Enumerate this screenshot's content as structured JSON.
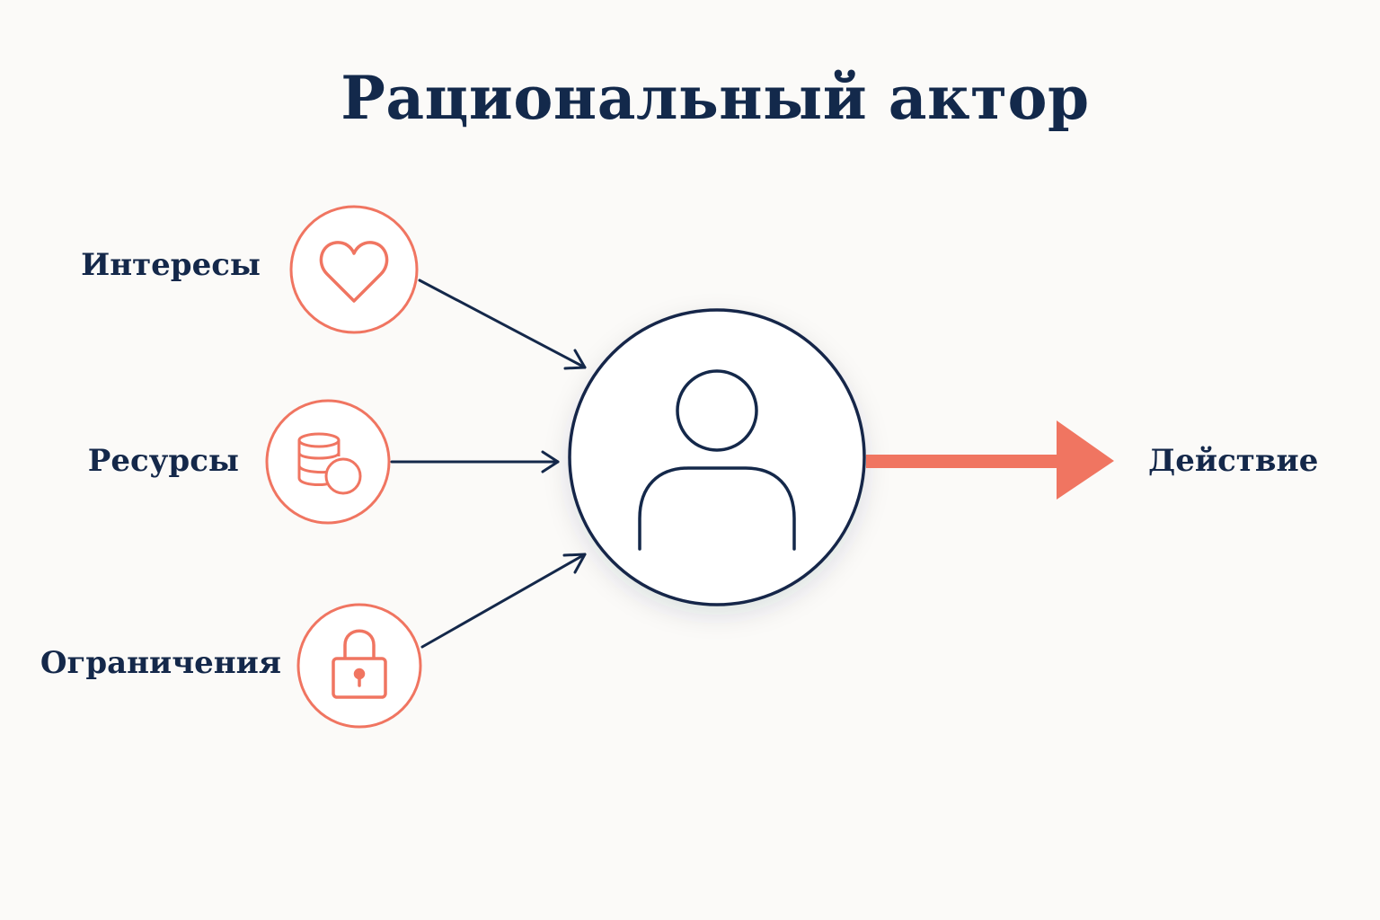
{
  "diagram": {
    "title": "Рациональный актор",
    "inputs": [
      {
        "label": "Интересы",
        "icon": "heart-icon"
      },
      {
        "label": "Ресурсы",
        "icon": "coins-icon"
      },
      {
        "label": "Ограничения",
        "icon": "padlock-icon"
      }
    ],
    "actor_icon": "person-icon",
    "output": {
      "label": "Действие",
      "icon": "arrow-right-icon"
    }
  },
  "colors": {
    "background": "#fbfaf8",
    "navy": "#14284a",
    "coral": "#f07561"
  }
}
